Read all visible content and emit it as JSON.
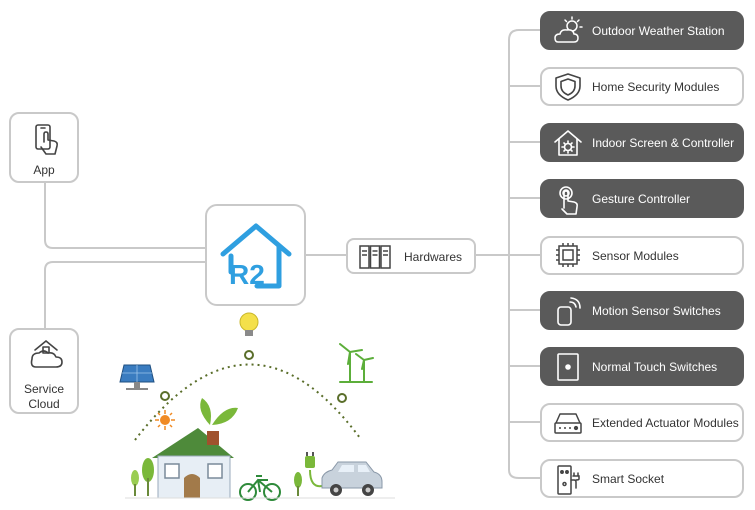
{
  "left_nodes": {
    "app_label": "App",
    "cloud_label": "Service Cloud"
  },
  "hub": {
    "logo_text": "R2"
  },
  "hardwares": {
    "label": "Hardwares"
  },
  "devices": [
    {
      "label": "Outdoor Weather Station",
      "style": "dark",
      "icon": "weather-icon"
    },
    {
      "label": "Home Security Modules",
      "style": "light",
      "icon": "shield-icon"
    },
    {
      "label": "Indoor Screen & Controller",
      "style": "dark",
      "icon": "home-gear-icon"
    },
    {
      "label": "Gesture Controller",
      "style": "dark",
      "icon": "hand-touch-icon"
    },
    {
      "label": "Sensor Modules",
      "style": "light",
      "icon": "chip-icon"
    },
    {
      "label": "Motion Sensor Switches",
      "style": "dark",
      "icon": "motion-sensor-icon"
    },
    {
      "label": "Normal Touch Switches",
      "style": "dark",
      "icon": "touch-switch-icon"
    },
    {
      "label": "Extended Actuator Modules",
      "style": "light",
      "icon": "actuator-icon"
    },
    {
      "label": "Smart Socket",
      "style": "light",
      "icon": "socket-icon"
    }
  ],
  "colors": {
    "dark_box": "#5a5a5a",
    "light_border": "#c9c9c9",
    "logo_blue": "#2f9fe0",
    "green": "#7ab83a"
  }
}
